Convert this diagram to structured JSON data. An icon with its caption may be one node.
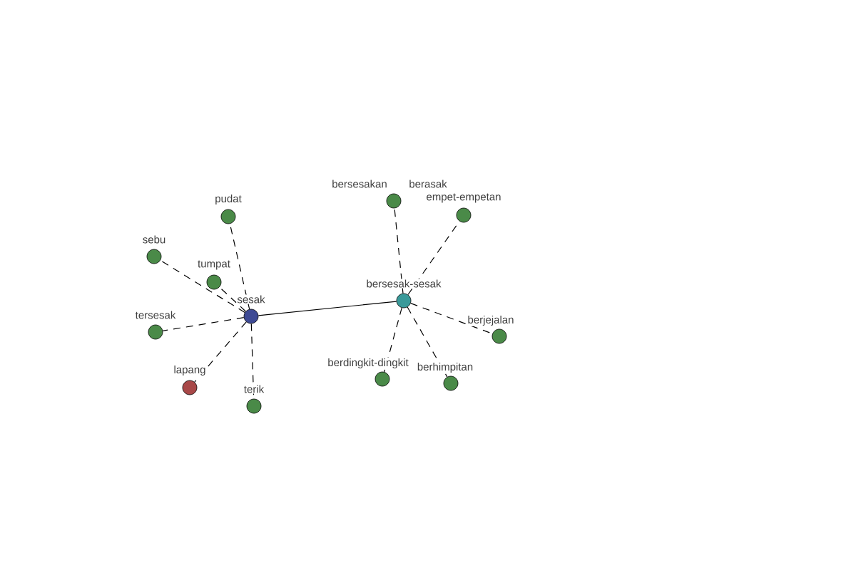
{
  "diagram": {
    "nodes": [
      {
        "text": [
          "sesak"
        ]
      },
      {
        "text": [
          "bersesak-sesak"
        ]
      },
      {
        "text": [
          "pudat"
        ]
      },
      {
        "text": [
          "sebu"
        ]
      },
      {
        "text": [
          "tumpat"
        ]
      },
      {
        "text": [
          "tersesak"
        ]
      },
      {
        "text": [
          "lapang"
        ]
      },
      {
        "text": [
          "terik"
        ]
      },
      {
        "text": [
          "bersesakan",
          "berasak"
        ]
      },
      {
        "text": [
          "empet-empetan"
        ]
      },
      {
        "text": [
          "berjejalan"
        ]
      },
      {
        "text": [
          "berdingkit-dingkit"
        ]
      },
      {
        "text": [
          "berhimpitan"
        ]
      }
    ],
    "edges": [
      {
        "from": 0,
        "to": 1,
        "arrow": "none"
      },
      {
        "from": 0,
        "to": 2,
        "arrow": "none",
        "style": "dashed"
      },
      {
        "from": 0,
        "to": 3,
        "arrow": "none",
        "style": "dashed"
      },
      {
        "from": 0,
        "to": 4,
        "arrow": "none",
        "style": "dashed"
      },
      {
        "from": 0,
        "to": 5,
        "arrow": "none",
        "style": "dashed"
      },
      {
        "from": 0,
        "to": 6,
        "arrow": "none",
        "style": "dashed"
      },
      {
        "from": 0,
        "to": 7,
        "arrow": "none",
        "style": "dashed"
      },
      {
        "from": 1,
        "to": 8,
        "arrow": "none",
        "style": "dashed"
      },
      {
        "from": 1,
        "to": 9,
        "arrow": "none",
        "style": "dashed"
      },
      {
        "from": 1,
        "to": 10,
        "arrow": "none",
        "style": "dashed"
      },
      {
        "from": 1,
        "to": 11,
        "arrow": "none",
        "style": "dashed"
      },
      {
        "from": 1,
        "to": 12,
        "arrow": "none",
        "style": "dashed"
      }
    ]
  }
}
